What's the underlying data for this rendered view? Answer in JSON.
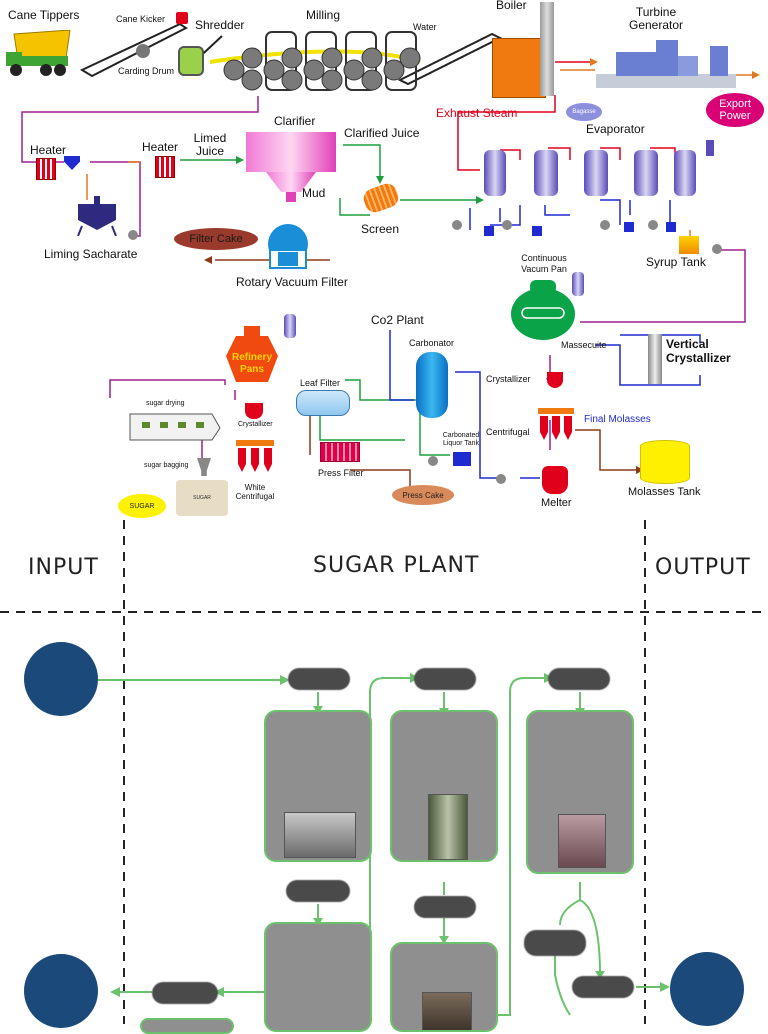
{
  "process": {
    "cane_tippers": "Cane Tippers",
    "cane_kicker": "Cane Kicker",
    "carding_drum": "Carding Drum",
    "shredder": "Shredder",
    "milling": "Milling",
    "water": "Water",
    "boiler": "Boiler",
    "turbine_generator": "Turbine Generator",
    "export_power": "Export Power",
    "bagasse": "Bagasse",
    "exhaust_steam": "Exhaust Steam",
    "evaporator": "Evaporator",
    "heater1": "Heater",
    "heater2": "Heater",
    "limed_juice": "Limed Juice",
    "clarifier": "Clarifier",
    "clarified_juice": "Clarified Juice",
    "mud": "Mud",
    "screen": "Screen",
    "liming_sacharate": "Liming Sacharate",
    "filter_cake": "Filter Cake",
    "rotary_vacuum_filter": "Rotary Vacuum Filter",
    "syrup_tank": "Syrup Tank",
    "continuous_vacum_pan": "Continuous Vacum Pan",
    "co2_plant": "Co2 Plant",
    "carbonator": "Carbonator",
    "massecuite": "Massecuite",
    "vertical_crystallizer": "Vertical Crystallizer",
    "refinery_pans": "Refinery Pans",
    "leaf_filter": "Leaf Filter",
    "crystallizer_right": "Crystallizer",
    "final_molasses": "Final Molasses",
    "centrifugal": "Centrifugal",
    "molasses_tank": "Molasses Tank",
    "melter": "Melter",
    "carbonated_liquor_tank": "Carbonated Liquor Tank",
    "press_filter": "Press Filter",
    "press_cake": "Press Cake",
    "sugar_drying": "sugar drying",
    "sugar_bagging": "sugar bagging",
    "crystallizer_small": "Crystallizer",
    "white_centrifugal": "White Centrifugal",
    "sugar": "SUGAR",
    "sugar_bag": "SUGAR"
  },
  "flow": {
    "input": "INPUT",
    "sugar_plant": "SUGAR PLANT",
    "output": "OUTPUT"
  },
  "colors": {
    "accent_green": "#6cc26c",
    "navy_circle": "#1b4a7a",
    "pill": "#4a4a4a",
    "export_power": "#d90075"
  }
}
